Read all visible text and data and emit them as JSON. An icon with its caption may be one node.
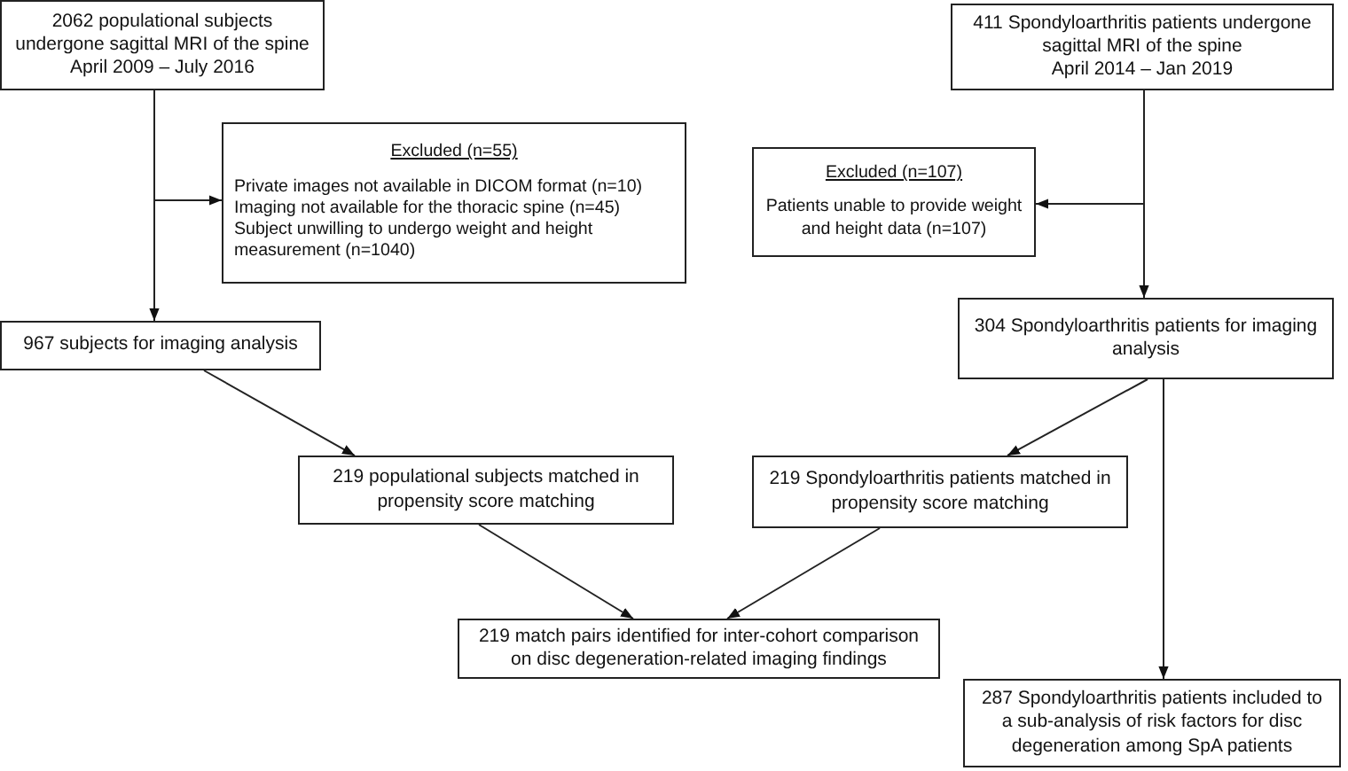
{
  "diagram": {
    "nodes": [
      {
        "text": [
          "2062 populational subjects undergone sagittal MRI of the spine",
          "April 2009 – July 2016"
        ]
      },
      {
        "text": [
          "Excluded (n=55)",
          "Private images not available in DICOM format (n=10)",
          "Imaging not available for the thoracic spine (n=45)",
          "Subject unwilling to undergo weight and height measurement (n=1040)"
        ]
      },
      {
        "text": [
          "967 subjects for imaging analysis"
        ]
      },
      {
        "text": [
          "411 Spondyloarthritis patients undergone sagittal MRI of the spine",
          "April 2014 – Jan 2019"
        ]
      },
      {
        "text": [
          "Excluded (n=107)",
          "Patients unable to provide weight and height data (n=107)"
        ]
      },
      {
        "text": [
          "304 Spondyloarthritis patients for imaging analysis"
        ]
      },
      {
        "text": [
          "219 populational subjects matched in propensity score matching"
        ]
      },
      {
        "text": [
          "219 Spondyloarthritis patients matched in propensity score matching"
        ]
      },
      {
        "text": [
          "219 match pairs identified for inter-cohort comparison on disc degeneration-related imaging findings"
        ]
      },
      {
        "text": [
          "287 Spondyloarthritis patients included to a sub-analysis of risk factors for disc degeneration among SpA patients"
        ]
      }
    ],
    "edges": [
      {
        "from": 0,
        "to": 2,
        "arrow": "to"
      },
      {
        "from": 0,
        "to": 1,
        "arrow": "to"
      },
      {
        "from": 3,
        "to": 5,
        "arrow": "to"
      },
      {
        "from": 3,
        "to": 4,
        "arrow": "to"
      },
      {
        "from": 2,
        "to": 6,
        "arrow": "to"
      },
      {
        "from": 5,
        "to": 7,
        "arrow": "to"
      },
      {
        "from": 6,
        "to": 8,
        "arrow": "to"
      },
      {
        "from": 7,
        "to": 8,
        "arrow": "to"
      },
      {
        "from": 5,
        "to": 9,
        "arrow": "to"
      }
    ]
  }
}
